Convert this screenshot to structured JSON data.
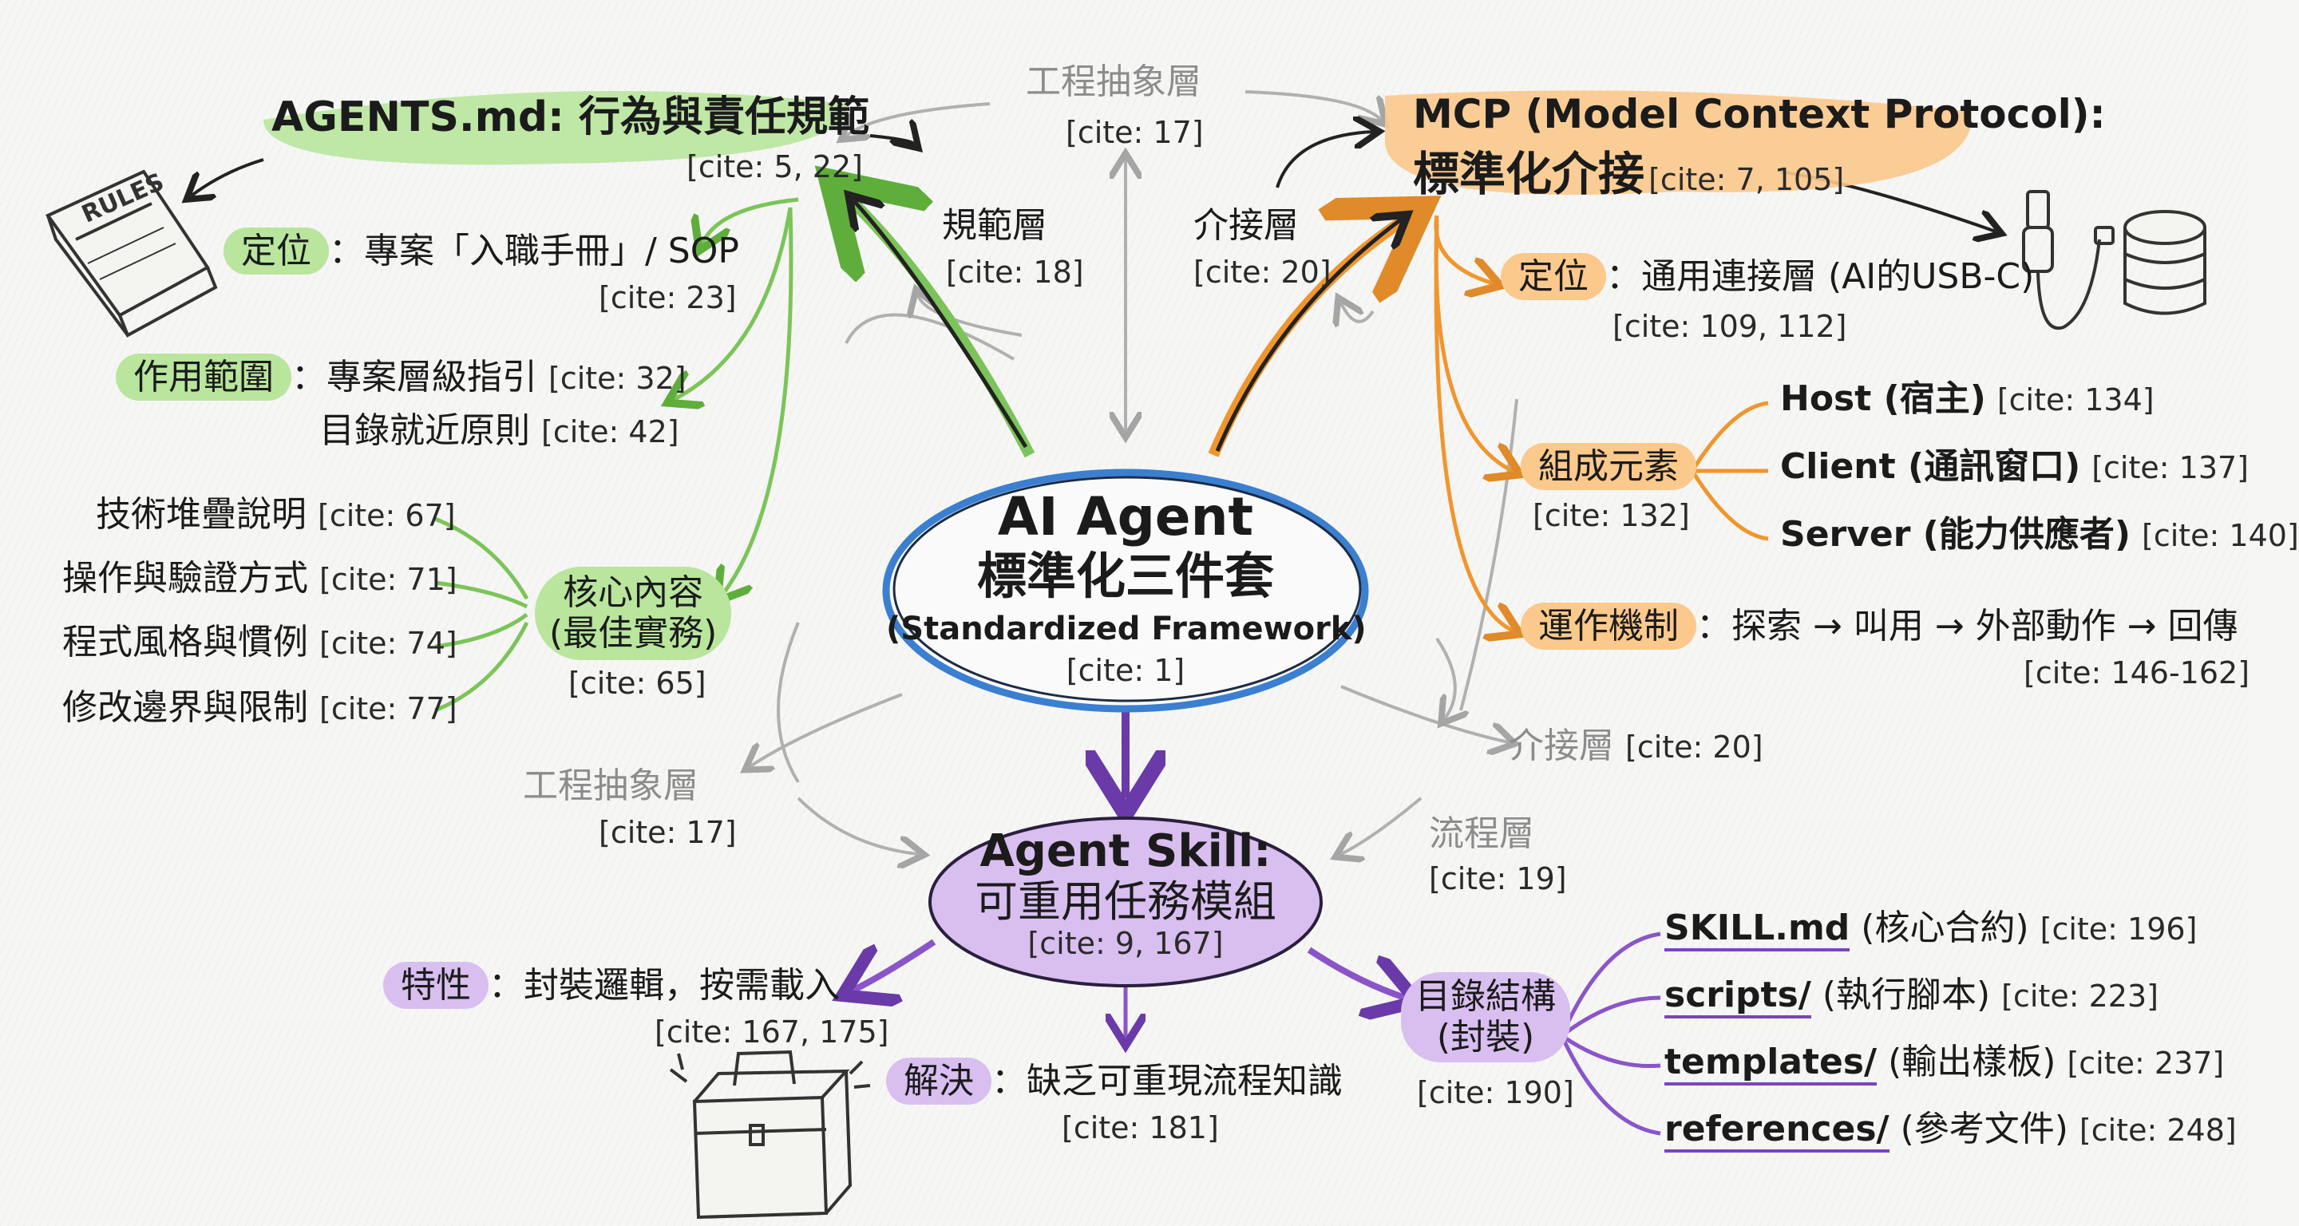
{
  "center": {
    "title1": "AI Agent",
    "title2": "標準化三件套",
    "title3": "(Standardized Framework)",
    "cite": "[cite: 1]"
  },
  "agents": {
    "title": "AGENTS.md: 行為與責任規範",
    "cite": "[cite: 5, 22]",
    "rules_label": "RULES",
    "pos_label": "定位",
    "pos_text": "：專案「入職手冊」/ SOP",
    "pos_cite": "[cite: 23]",
    "scope_label": "作用範圍",
    "scope_text1": "：專案層級指引",
    "scope_cite1": "[cite: 32]",
    "scope_text2": "目錄就近原則",
    "scope_cite2": "[cite: 42]",
    "core_label1": "核心內容",
    "core_label2": "(最佳實務)",
    "core_cite": "[cite: 65]",
    "core_items": [
      {
        "text": "技術堆疊說明",
        "cite": "[cite: 67]"
      },
      {
        "text": "操作與驗證方式",
        "cite": "[cite: 71]"
      },
      {
        "text": "程式風格與慣例",
        "cite": "[cite: 74]"
      },
      {
        "text": "修改邊界與限制",
        "cite": "[cite: 77]"
      }
    ]
  },
  "mcp": {
    "title1": "MCP (Model Context Protocol):",
    "title2": "標準化介接",
    "cite": "[cite: 7, 105]",
    "pos_label": "定位",
    "pos_text": "：通用連接層 (AI的USB-C)",
    "pos_cite": "[cite: 109, 112]",
    "comp_label": "組成元素",
    "comp_cite": "[cite: 132]",
    "comp_items": [
      {
        "text": "Host (宿主)",
        "cite": "[cite: 134]"
      },
      {
        "text": "Client (通訊窗口)",
        "cite": "[cite: 137]"
      },
      {
        "text": "Server (能力供應者)",
        "cite": "[cite: 140]"
      }
    ],
    "mech_label": "運作機制",
    "mech_text": "：探索 → 叫用 → 外部動作 → 回傳",
    "mech_cite": "[cite: 146-162]"
  },
  "skill": {
    "title1": "Agent Skill:",
    "title2": "可重用任務模組",
    "cite": "[cite: 9, 167]",
    "feat_label": "特性",
    "feat_text": "：封裝邏輯，按需載入",
    "feat_cite": "[cite: 167, 175]",
    "solve_label": "解決",
    "solve_text": "：缺乏可重現流程知識",
    "solve_cite": "[cite: 181]",
    "dir_label1": "目錄結構",
    "dir_label2": "(封裝)",
    "dir_cite": "[cite: 190]",
    "dir_items": [
      {
        "name": "SKILL.md",
        "desc": " (核心合約)",
        "cite": "[cite: 196]"
      },
      {
        "name": "scripts/",
        "desc": " (執行腳本)",
        "cite": "[cite: 223]"
      },
      {
        "name": "templates/",
        "desc": " (輸出樣板)",
        "cite": "[cite: 237]"
      },
      {
        "name": "references/",
        "desc": " (參考文件)",
        "cite": "[cite: 248]"
      }
    ]
  },
  "layers": {
    "norm": "規範層",
    "norm_cite": "[cite: 18]",
    "iface": "介接層",
    "iface_cite": "[cite: 20]",
    "eng_top": "工程抽象層",
    "eng_top_cite": "[cite: 17]",
    "iface_right": "介接層",
    "iface_right_cite": "[cite: 20]",
    "eng_left": "工程抽象層",
    "eng_left_cite": "[cite: 17]",
    "flow": "流程層",
    "flow_cite": "[cite: 19]"
  },
  "colors": {
    "green": "#7cc45a",
    "orange": "#f0962e",
    "purple": "#7a45b8",
    "blue": "#3a7fd0",
    "grey": "#9a9a9a"
  }
}
